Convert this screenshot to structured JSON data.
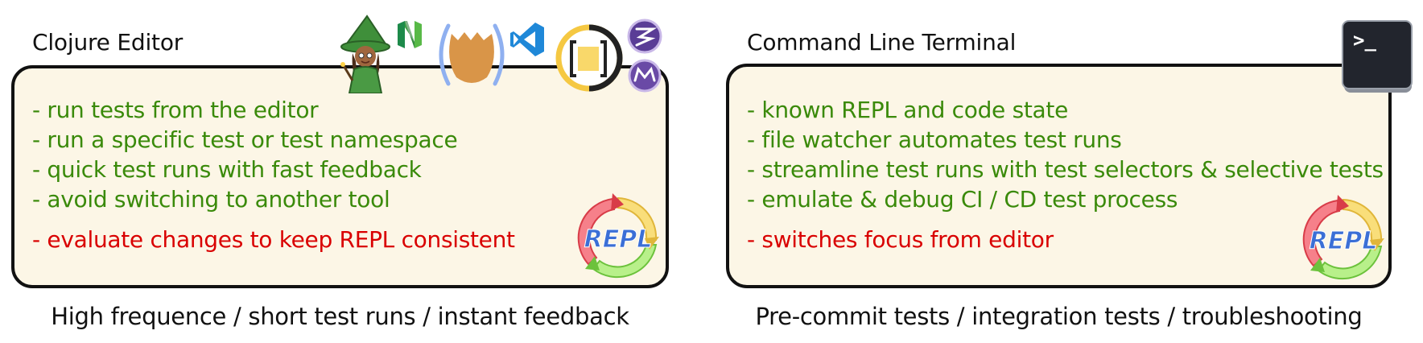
{
  "colors": {
    "positive": "#3a8a0a",
    "negative": "#d90000",
    "panel_bg": "#fcf6e6",
    "border": "#111111"
  },
  "left": {
    "title": "Clojure Editor",
    "bullets": [
      {
        "text": "- run tests from the editor",
        "kind": "positive"
      },
      {
        "text": "- run a specific test or test namespace",
        "kind": "positive"
      },
      {
        "text": "- quick test runs with fast feedback",
        "kind": "positive"
      },
      {
        "text": "- avoid switching to another tool",
        "kind": "positive"
      },
      {
        "text": "- evaluate changes to keep REPL consistent",
        "kind": "negative"
      }
    ],
    "caption": "High frequence / short test runs / instant feedback",
    "icons": [
      "wizard-mascot-icon",
      "neovim-icon",
      "intellij-cursive-icon",
      "vscode-icon",
      "calva-icon",
      "emacs-icon",
      "repl-cycle-icon"
    ],
    "repl_label": "REPL"
  },
  "right": {
    "title": "Command Line Terminal",
    "bullets": [
      {
        "text": "- known REPL and code state",
        "kind": "positive"
      },
      {
        "text": "- file watcher automates test runs",
        "kind": "positive"
      },
      {
        "text": "- streamline test runs with test selectors & selective tests",
        "kind": "positive"
      },
      {
        "text": "- emulate & debug CI / CD test process",
        "kind": "positive"
      },
      {
        "text": "- switches focus from editor",
        "kind": "negative"
      }
    ],
    "caption": "Pre-commit tests / integration tests / troubleshooting",
    "icons": [
      "terminal-icon",
      "repl-cycle-icon"
    ],
    "terminal_prompt": ">_",
    "repl_label": "REPL"
  }
}
